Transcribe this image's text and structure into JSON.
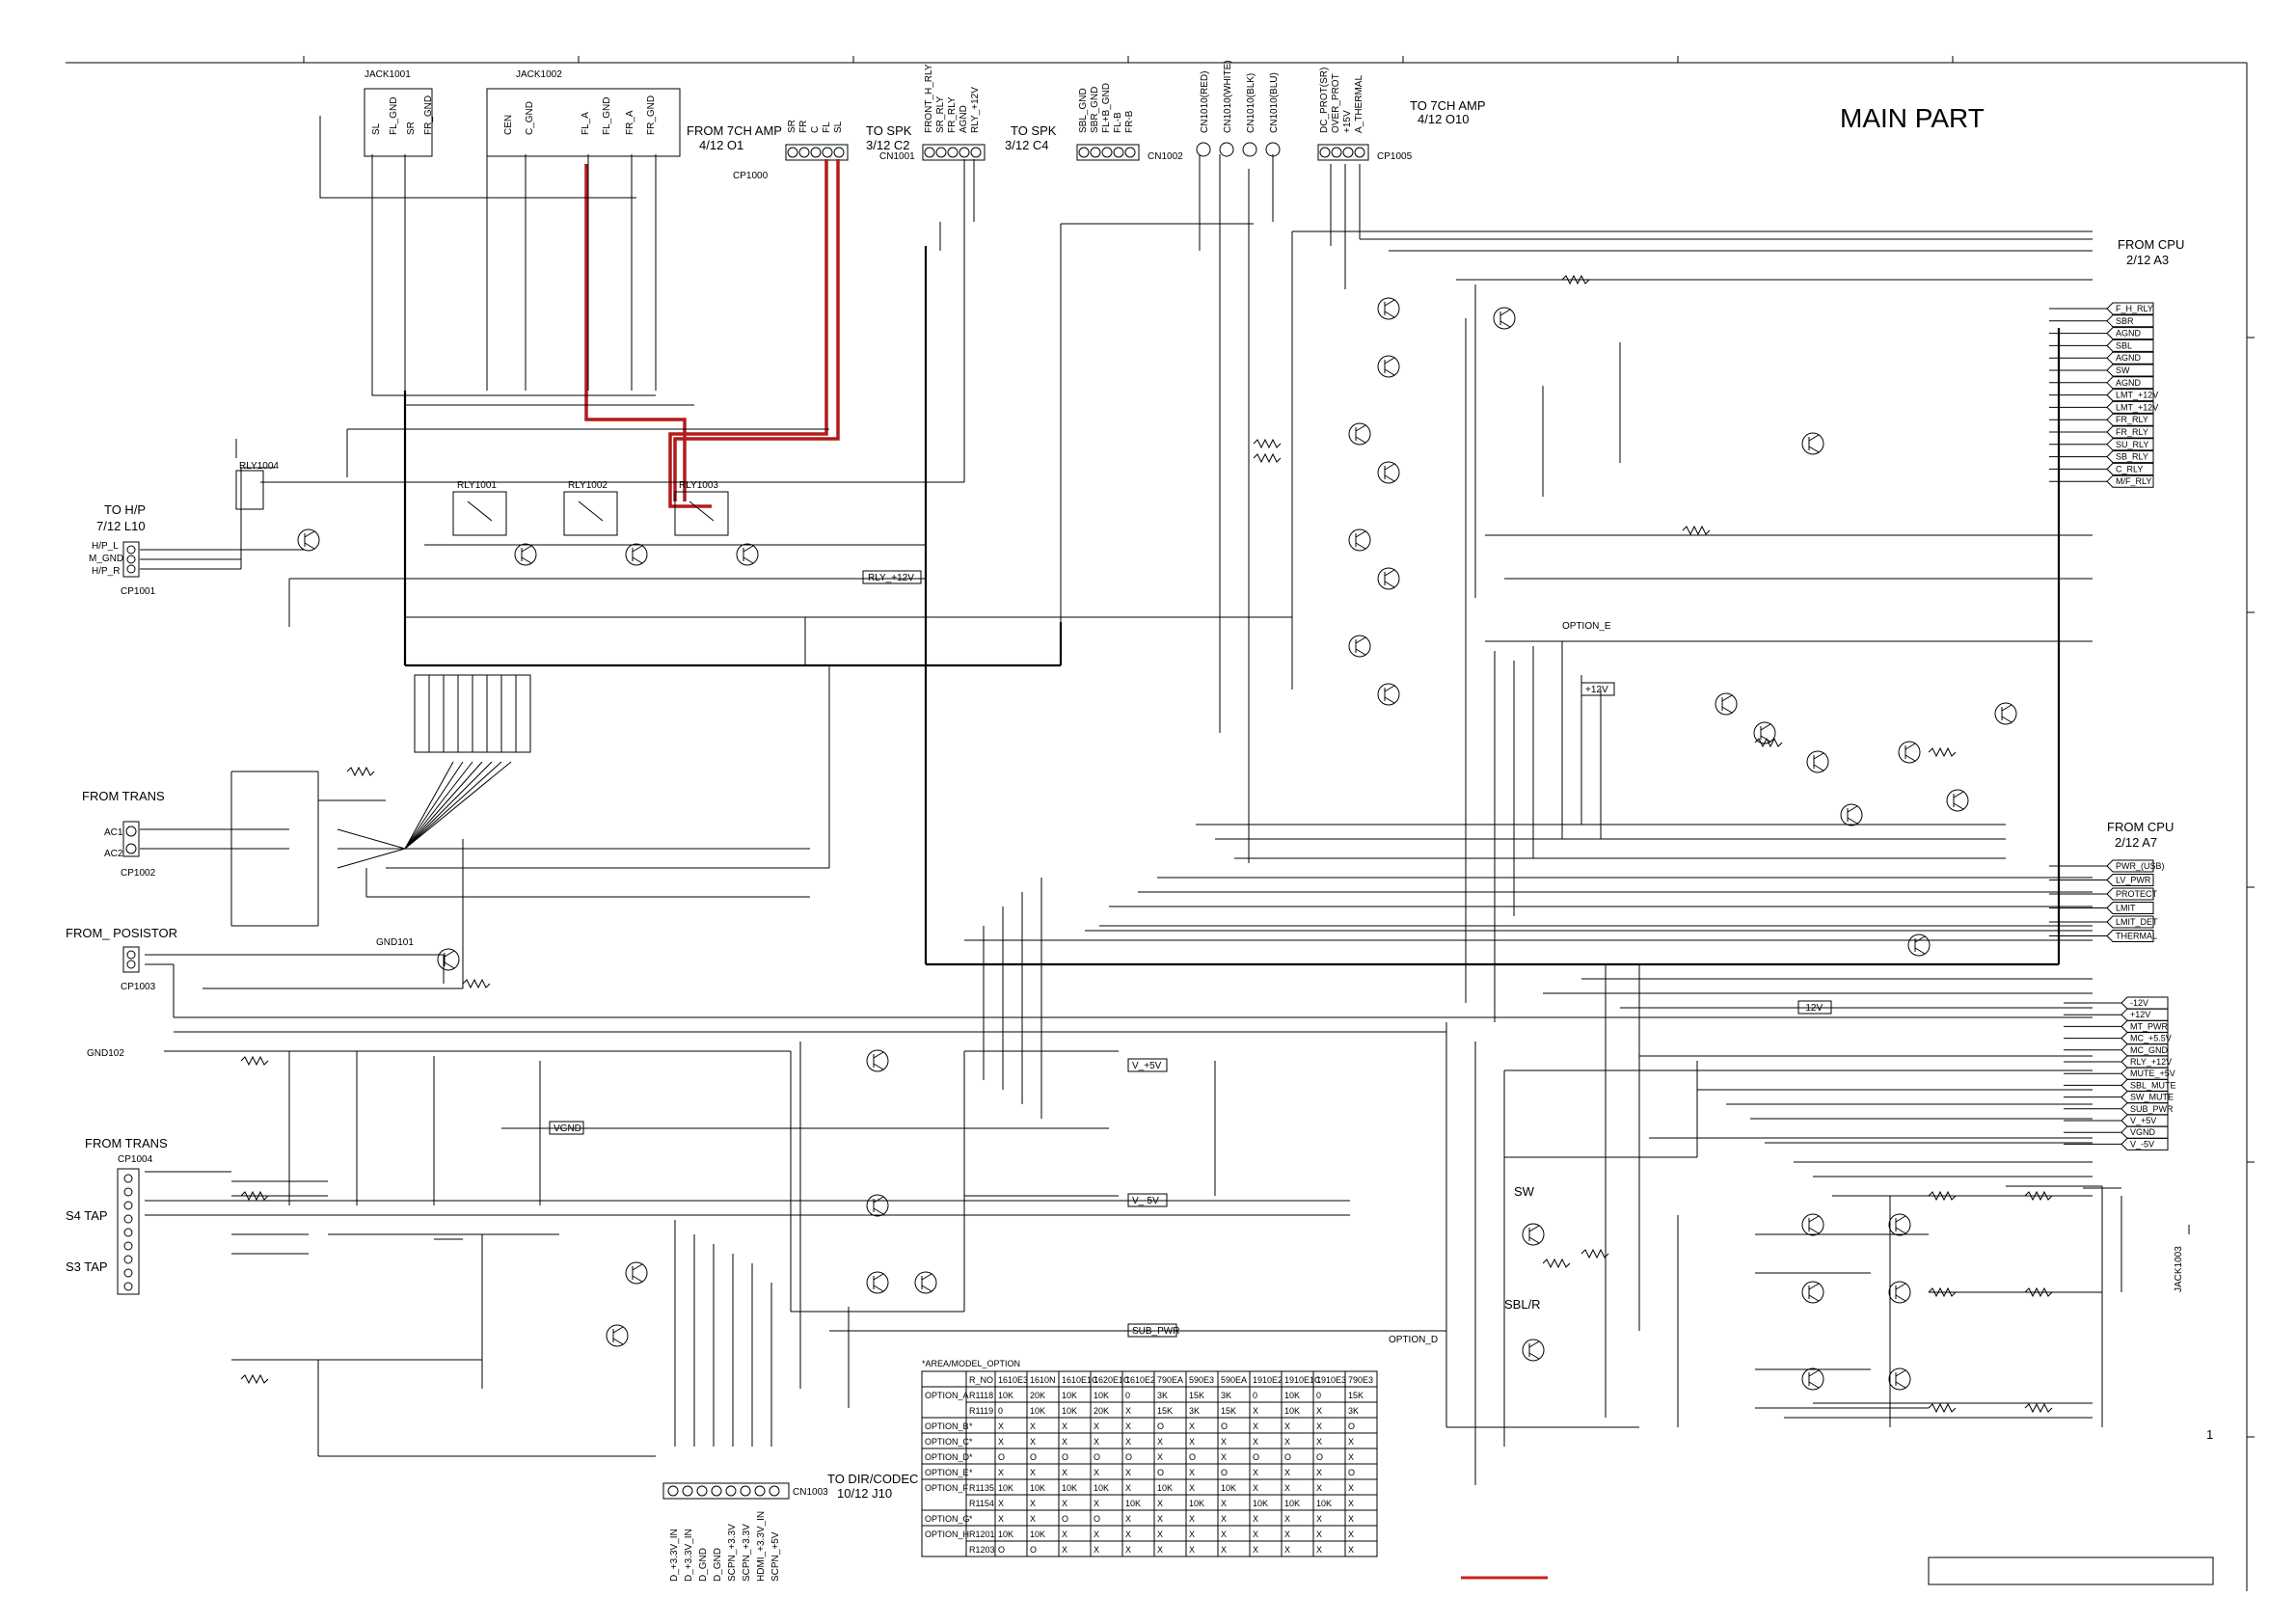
{
  "title": "MAIN PART",
  "jacks": [
    {
      "ref": "JACK1001",
      "pins": [
        "SL",
        "FL_GND",
        "SR",
        "FR_GND"
      ]
    },
    {
      "ref": "JACK1002",
      "pins": [
        "CEN",
        "C_GND",
        "FL_A",
        "FL_GND",
        "FR_A",
        "FR_GND"
      ]
    }
  ],
  "connectors": [
    {
      "name": "cp1000",
      "title": [
        "FROM 7CH AMP",
        "4/12 O1"
      ],
      "ref": "CP1000",
      "pins": [
        "SR",
        "FR",
        "C",
        "FL",
        "SL"
      ]
    },
    {
      "name": "cn1001",
      "title": [
        "TO SPK",
        "3/12 C2"
      ],
      "ref": "CN1001",
      "pins": [
        "FRONT_H_RLY",
        "SR_RLY",
        "FR_RLY",
        "AGND",
        "RLY_+12V"
      ]
    },
    {
      "name": "cn1002",
      "title": [
        "TO SPK",
        "3/12 C4"
      ],
      "ref": "CN1002",
      "pins": [
        "SBL_GND",
        "SBR_GND",
        "FL+B_GND",
        "FL-B",
        "FR-B"
      ]
    },
    {
      "name": "cn1010",
      "title": [],
      "ref": "CN1010",
      "pins": [
        "CN1010(RED)",
        "CN1010(WHITE)",
        "CN1010(BLK)",
        "CN1010(BLU)"
      ]
    },
    {
      "name": "cp1005",
      "title": [
        "TO 7CH AMP",
        "4/12 O10"
      ],
      "ref": "CP1005",
      "pins": [
        "DC_PROT(SR)",
        "OVER_PROT",
        "+15V",
        "A_THERMAL"
      ]
    }
  ],
  "left_labels": {
    "to_hp": [
      "TO H/P",
      "7/12 L10"
    ],
    "hp_pins": [
      "H/P_L",
      "M_GND",
      "H/P_R"
    ],
    "hp_ref": "CP1001",
    "from_trans": "FROM TRANS",
    "ac_pins": [
      "AC1",
      "AC2"
    ],
    "ac_ref": "CP1002",
    "from_posistor": "FROM_ POSISTOR",
    "posistor_ref": "CP1003",
    "gnd101": "GND101",
    "gnd102": "GND102",
    "from_trans2": "FROM TRANS",
    "trans2_ref": "CP1004",
    "s4_tap": "S4 TAP",
    "s3_tap": "S3 TAP"
  },
  "relays": [
    "RLY1004",
    "RLY1001",
    "RLY1002",
    "RLY1003"
  ],
  "bottom_connector": {
    "title": [
      "TO DIR/CODEC",
      "10/12 J10"
    ],
    "ref": "CN1003",
    "pins": [
      "D_+3.3V_IN",
      "D_+3.3V_IN",
      "D_GND",
      "D_GND",
      "SCPN_+3.3V",
      "SCPN_+3.3V",
      "HDMI_+3.3V_IN",
      "SCPN_+5V"
    ]
  },
  "right_labels": {
    "from_cpu_1": [
      "FROM CPU",
      "2/12 A3"
    ],
    "cpu1_pins": [
      "F_H_RLY",
      "SBR",
      "AGND",
      "SBL",
      "AGND",
      "SW",
      "AGND",
      "LMT_+12V",
      "LMT_+12V",
      "FR_RLY",
      "FR_RLY",
      "SU_RLY",
      "SB_RLY",
      "C_RLY",
      "M/F_RLY"
    ],
    "from_cpu_2": [
      "FROM CPU",
      "2/12 A7"
    ],
    "cpu2_pins": [
      "PWR_(USB)",
      "LV_PWR",
      "PROTECT",
      "LMIT",
      "LMIT_DET",
      "THERMAL"
    ],
    "supply_pins": [
      "-12V",
      "+12V",
      "MT_PWR",
      "MC_+5.5V",
      "MC_GND",
      "RLY_+12V",
      "MUTE_+5V",
      "SBL_MUTE",
      "SW_MUTE",
      "SUB_PWR",
      "V_+5V",
      "VGND",
      "V_-5V"
    ],
    "jack1003": "JACK1003"
  },
  "rails": [
    "RLY_+12V",
    "V_+5V",
    "V_-5V",
    "VGND",
    "SUB_PWR",
    "+12V",
    "-12V"
  ],
  "section_labels": [
    "SW",
    "SBL/R",
    "OPTION_E",
    "OPTION_D"
  ],
  "option_table": {
    "caption": "*AREA/MODEL_OPTION",
    "header": [
      "",
      "R_NO",
      "1610E3",
      "1610N",
      "1610E1C",
      "1620E1C",
      "1610E2",
      "790EA",
      "590E3",
      "590EA",
      "1910E2",
      "1910E1C",
      "1910E3",
      "790E3"
    ],
    "rows": [
      [
        "OPTION_A",
        "R1118",
        "10K",
        "20K",
        "10K",
        "10K",
        "0",
        "3K",
        "15K",
        "3K",
        "0",
        "10K",
        "0",
        "15K"
      ],
      [
        "",
        "R1119",
        "0",
        "10K",
        "10K",
        "20K",
        "X",
        "15K",
        "3K",
        "15K",
        "X",
        "10K",
        "X",
        "3K"
      ],
      [
        "OPTION_B",
        "*",
        "X",
        "X",
        "X",
        "X",
        "X",
        "O",
        "X",
        "O",
        "X",
        "X",
        "X",
        "O"
      ],
      [
        "OPTION_C",
        "*",
        "X",
        "X",
        "X",
        "X",
        "X",
        "X",
        "X",
        "X",
        "X",
        "X",
        "X",
        "X"
      ],
      [
        "OPTION_D",
        "*",
        "O",
        "O",
        "O",
        "O",
        "O",
        "X",
        "O",
        "X",
        "O",
        "O",
        "O",
        "X"
      ],
      [
        "OPTION_E",
        "*",
        "X",
        "X",
        "X",
        "X",
        "X",
        "O",
        "X",
        "O",
        "X",
        "X",
        "X",
        "O"
      ],
      [
        "OPTION_F",
        "R1135",
        "10K",
        "10K",
        "10K",
        "10K",
        "X",
        "10K",
        "X",
        "10K",
        "X",
        "X",
        "X",
        "X"
      ],
      [
        "",
        "R1154",
        "X",
        "X",
        "X",
        "X",
        "10K",
        "X",
        "10K",
        "X",
        "10K",
        "10K",
        "10K",
        "X"
      ],
      [
        "OPTION_G",
        "*",
        "X",
        "X",
        "O",
        "O",
        "X",
        "X",
        "X",
        "X",
        "X",
        "X",
        "X",
        "X"
      ],
      [
        "OPTION_H",
        "R1201",
        "10K",
        "10K",
        "X",
        "X",
        "X",
        "X",
        "X",
        "X",
        "X",
        "X",
        "X",
        "X"
      ],
      [
        "",
        "R1203",
        "O",
        "O",
        "X",
        "X",
        "X",
        "X",
        "X",
        "X",
        "X",
        "X",
        "X",
        "X"
      ]
    ]
  },
  "page_number": "1",
  "colors": {
    "wire": "#000000",
    "highlight_trace": "#b31b1b",
    "background": "#ffffff"
  }
}
